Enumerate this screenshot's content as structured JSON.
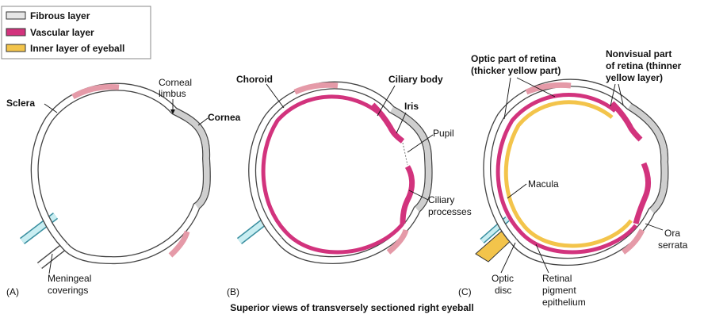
{
  "legend": {
    "items": [
      {
        "label": "Fibrous layer",
        "color": "#e6e6e6"
      },
      {
        "label": "Vascular layer",
        "color": "#d2337d"
      },
      {
        "label": "Inner layer of eyeball",
        "color": "#f3c44b"
      }
    ]
  },
  "panels": {
    "a": {
      "letter": "(A)",
      "labels": {
        "sclera": "Sclera",
        "corneal_limbus_1": "Corneal",
        "corneal_limbus_2": "limbus",
        "cornea": "Cornea",
        "meningeal_1": "Meningeal",
        "meningeal_2": "coverings"
      }
    },
    "b": {
      "letter": "(B)",
      "labels": {
        "choroid": "Choroid",
        "ciliary_body": "Ciliary body",
        "iris": "Iris",
        "pupil": "Pupil",
        "ciliary_processes_1": "Ciliary",
        "ciliary_processes_2": "processes"
      }
    },
    "c": {
      "letter": "(C)",
      "labels": {
        "optic_retina_1": "Optic part of retina",
        "optic_retina_2": "(thicker yellow part)",
        "nonvisual_1": "Nonvisual part",
        "nonvisual_2": "of retina (thinner",
        "nonvisual_3": "yellow layer)",
        "macula": "Macula",
        "ora_1": "Ora",
        "ora_2": "serrata",
        "optic_disc_1": "Optic",
        "optic_disc_2": "disc",
        "rpe_1": "Retinal",
        "rpe_2": "pigment",
        "rpe_3": "epithelium"
      }
    }
  },
  "caption": "Superior views of transversely sectioned right eyeball"
}
